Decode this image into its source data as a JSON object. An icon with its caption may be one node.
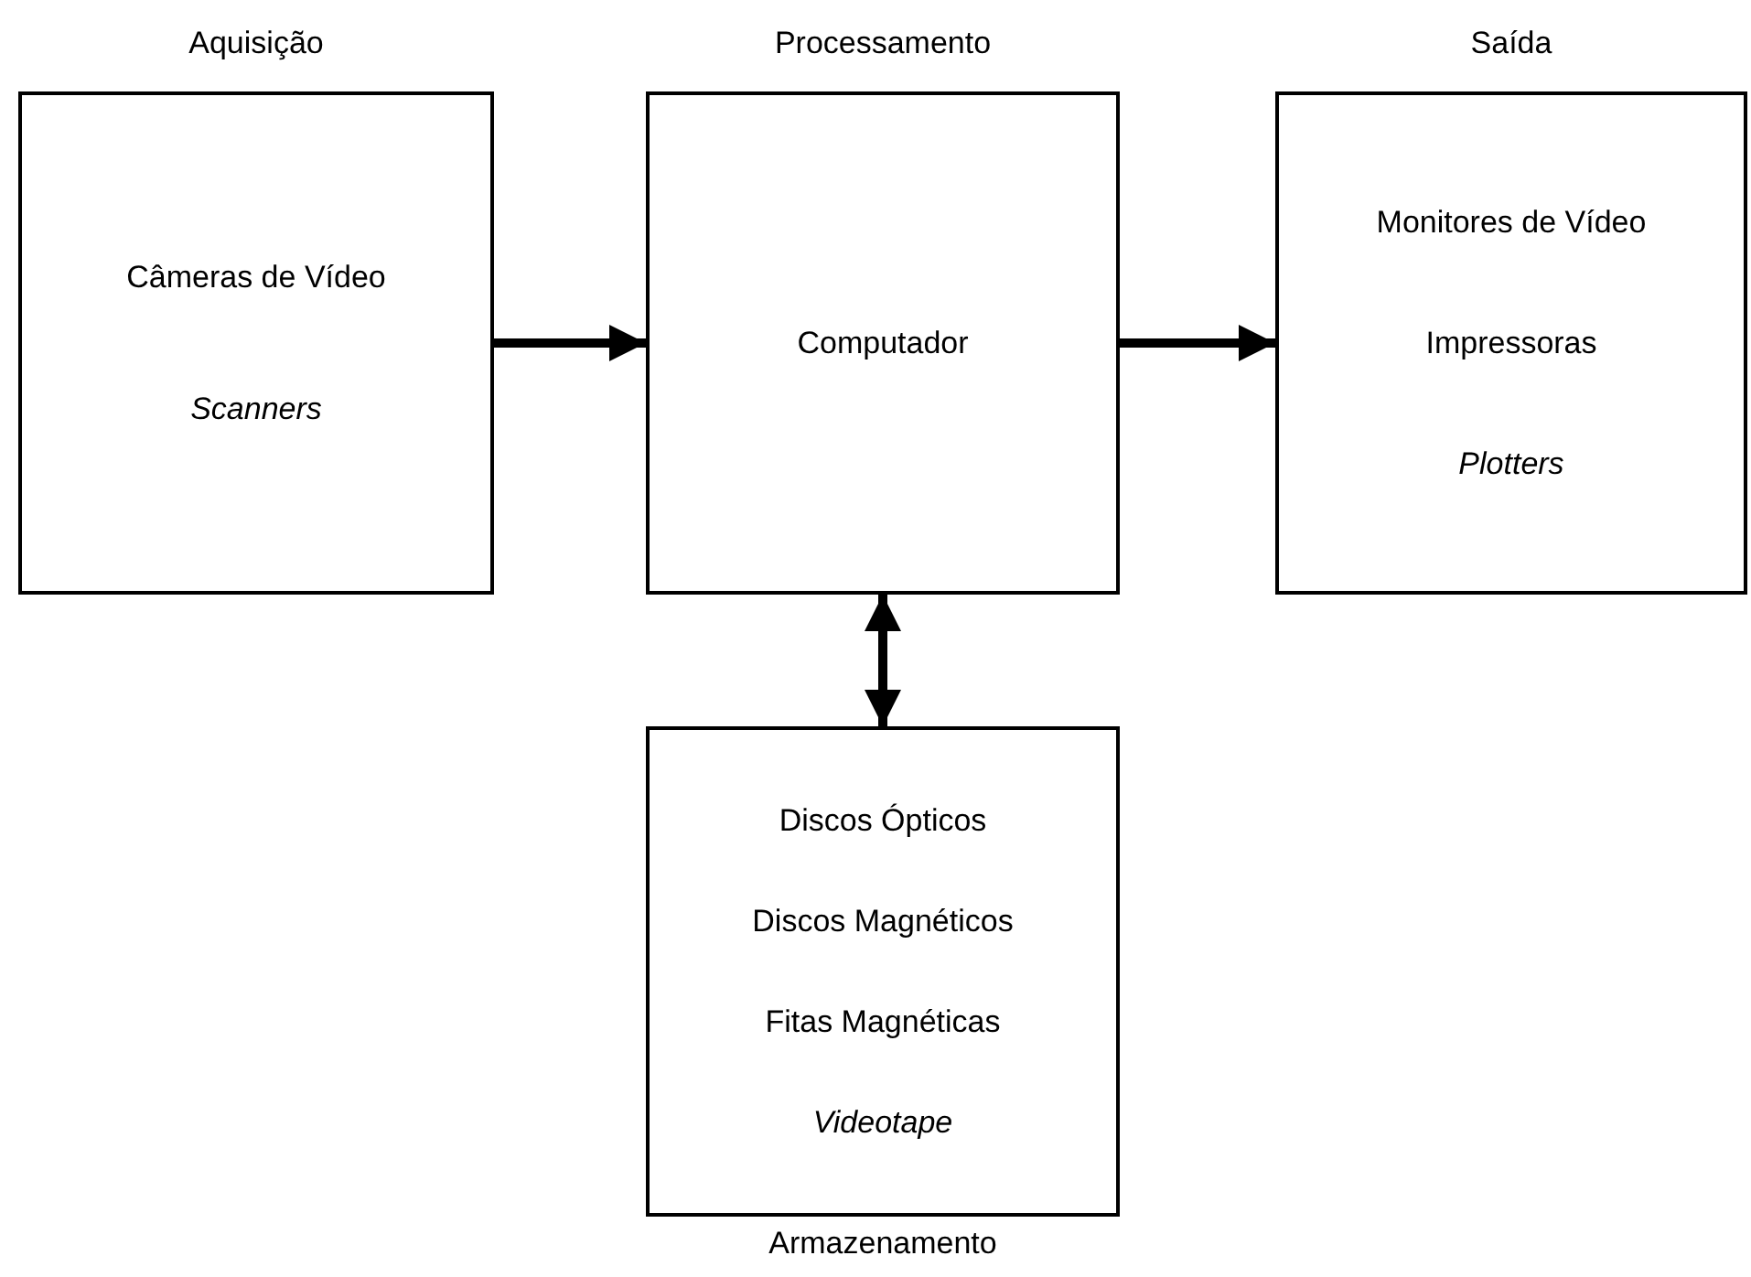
{
  "diagram": {
    "nodes": [
      {
        "text": [
          "Aquisição",
          "Câmeras de Vídeo",
          "*Scanners*"
        ]
      },
      {
        "text": [
          "Processamento",
          "Computador"
        ]
      },
      {
        "text": [
          "Saída",
          "Monitores de Vídeo",
          "Impressoras",
          "*Plotters*"
        ]
      },
      {
        "text": [
          "Discos Ópticos",
          "Discos Magnéticos",
          "Fitas Magnéticas",
          "*Videotape*",
          "Armazenamento"
        ]
      }
    ],
    "edges": [
      {
        "from": 0,
        "to": 1,
        "arrow": "to"
      },
      {
        "from": 1,
        "to": 2,
        "arrow": "to"
      },
      {
        "from": 1,
        "to": 3,
        "arrow": "both"
      }
    ]
  }
}
